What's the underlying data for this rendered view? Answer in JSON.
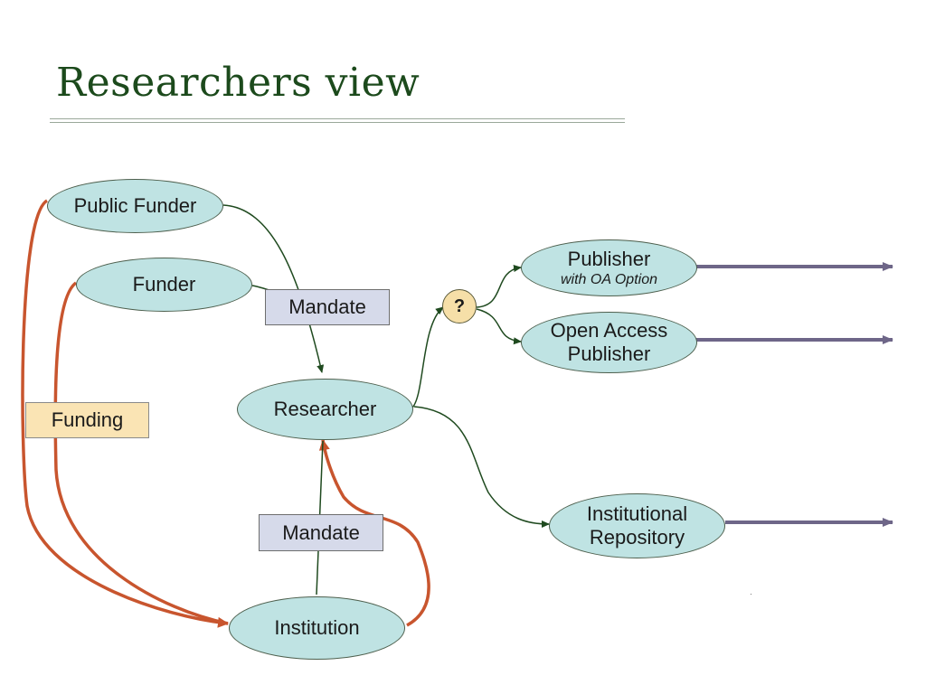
{
  "title": "Researchers view",
  "nodes": {
    "public_funder": "Public Funder",
    "funder": "Funder",
    "researcher": "Researcher",
    "institution": "Institution",
    "publisher": "Publisher",
    "publisher_sub": "with OA Option",
    "oa_publisher_line1": "Open Access",
    "oa_publisher_line2": "Publisher",
    "repository_line1": "Institutional",
    "repository_line2": "Repository",
    "question": "?"
  },
  "labels": {
    "mandate_top": "Mandate",
    "mandate_bottom": "Mandate",
    "funding": "Funding"
  },
  "colors": {
    "node_fill": "#bfe3e3",
    "mandate_fill": "#d6daea",
    "funding_fill": "#fae4b4",
    "question_fill": "#f6dfa8",
    "connector_dark_green": "#1f4a1f",
    "funding_flow_orange": "#c8552e",
    "output_arrow_purple": "#6e6688",
    "title_green": "#1c4a1c"
  }
}
